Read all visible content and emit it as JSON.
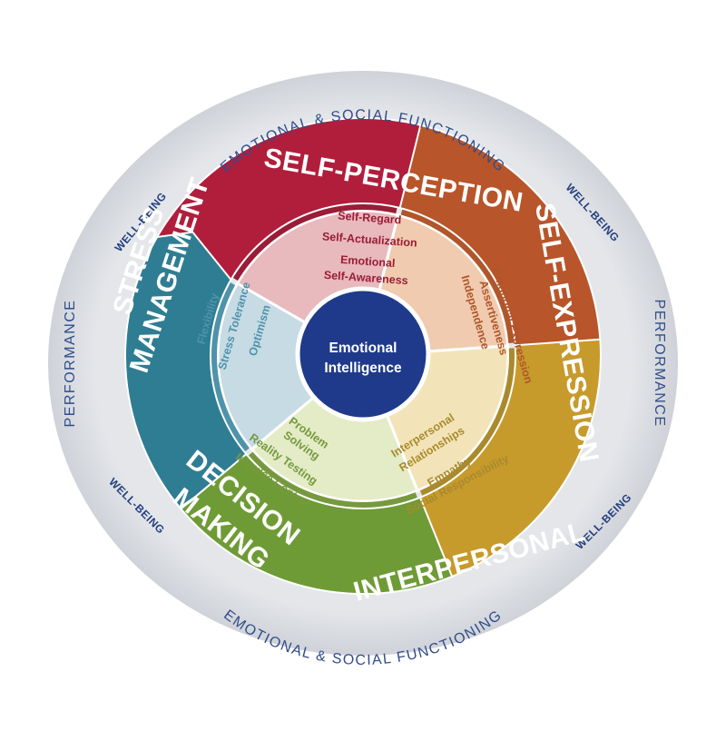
{
  "outer_ring": {
    "top": "EMOTIONAL & SOCIAL FUNCTIONING",
    "bottom": "EMOTIONAL & SOCIAL FUNCTIONING",
    "left": "PERFORMANCE",
    "right": "PERFORMANCE",
    "well_being": [
      "WELL-BEING",
      "WELL-BEING",
      "WELL-BEING",
      "WELL-BEING"
    ]
  },
  "center": {
    "line1": "Emotional",
    "line2": "Intelligence"
  },
  "composites": [
    {
      "title_lines": [
        "SELF-PERCEPTION"
      ],
      "subscales": [
        "Self-Regard",
        "Self-Actualization",
        "Emotional",
        "Self-Awareness"
      ],
      "colors": {
        "band": "#b01e3c",
        "inner": "#e8b9bd",
        "text": "#9a1c36"
      }
    },
    {
      "title_lines": [
        "SELF-EXPRESSION"
      ],
      "subscales": [
        "Emotional Expression",
        "Assertiveness",
        "Independence"
      ],
      "colors": {
        "band": "#b8552a",
        "inner": "#f0cbb0",
        "text": "#b0562a"
      }
    },
    {
      "title_lines": [
        "INTERPERSONAL"
      ],
      "subscales": [
        "Interpersonal",
        "Relationships",
        "Empathy",
        "Social Responsibility"
      ],
      "colors": {
        "band": "#c79a2c",
        "inner": "#f2e4b8",
        "text": "#a98a2c"
      }
    },
    {
      "title_lines": [
        "DECISION",
        "MAKING"
      ],
      "subscales": [
        "Problem",
        "Solving",
        "Reality Testing",
        "Impulse Control"
      ],
      "colors": {
        "band": "#6f9b36",
        "inner": "#e3ecc6",
        "text": "#76993e"
      }
    },
    {
      "title_lines": [
        "STRESS",
        "MANAGEMENT"
      ],
      "subscales": [
        "Flexibility",
        "Stress Tolerance",
        "Optimism"
      ],
      "colors": {
        "band": "#2f7d93",
        "inner": "#c6dbe4",
        "text": "#4f93ab"
      }
    }
  ]
}
